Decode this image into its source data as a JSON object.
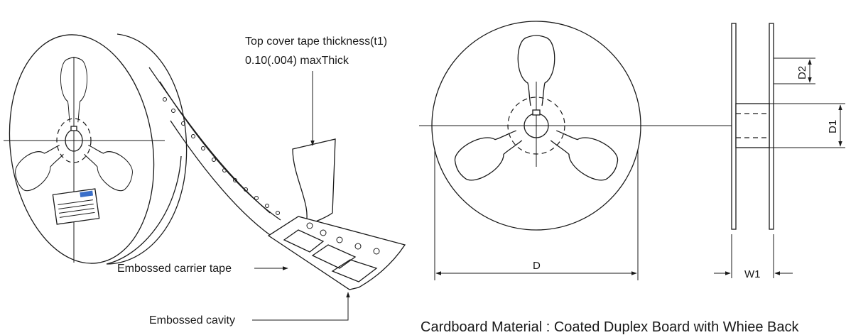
{
  "labels": {
    "top_cover_line1": "Top cover tape thickness(t1)",
    "top_cover_line2": "0.10(.004) maxThick",
    "embossed_carrier": "Embossed carrier tape",
    "embossed_cavity": "Embossed cavity",
    "cardboard_note": "Cardboard Material : Coated Duplex Board with Whiee Back"
  },
  "dimensions": {
    "d": "D",
    "d1": "D1",
    "d2": "D2",
    "w1": "W1"
  }
}
